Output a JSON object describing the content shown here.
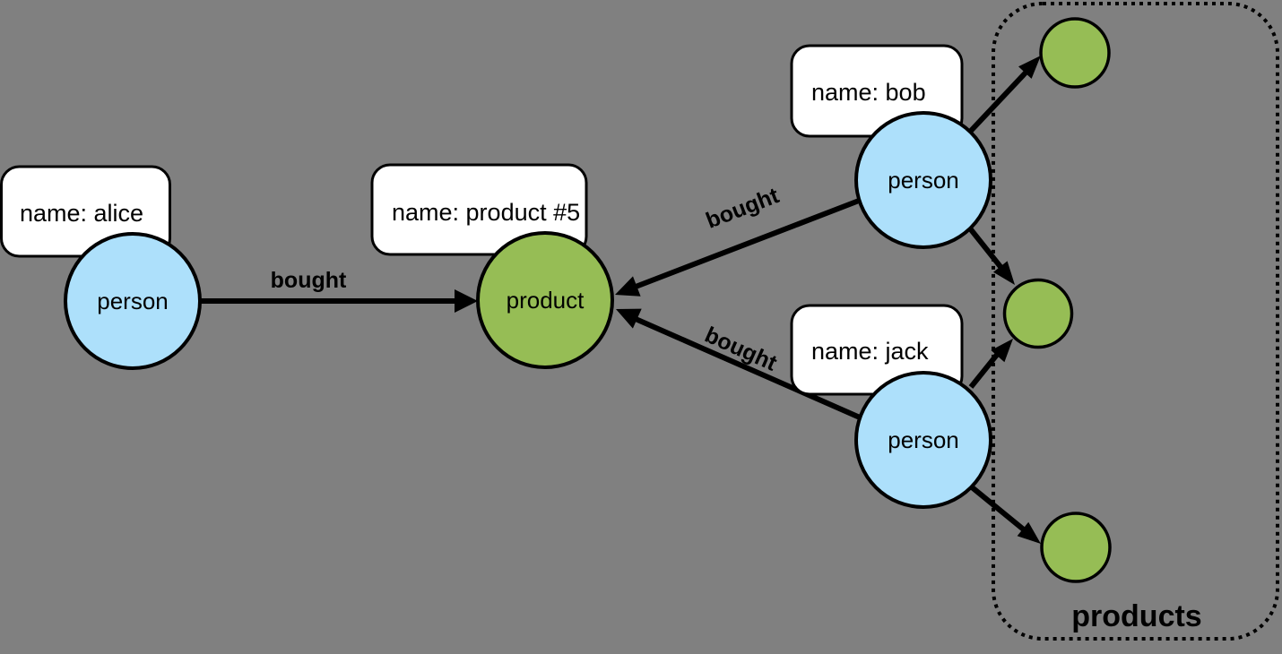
{
  "diagram": {
    "background_color": "#808080",
    "colors": {
      "person_node_fill": "#ade0fb",
      "product_node_fill": "#96bd55",
      "stroke": "#000000",
      "property_box_fill": "#ffffff"
    },
    "nodes": {
      "alice": {
        "type_label": "person",
        "property": "name: alice"
      },
      "bob": {
        "type_label": "person",
        "property": "name: bob"
      },
      "jack": {
        "type_label": "person",
        "property": "name: jack"
      },
      "product5": {
        "type_label": "product",
        "property": "name: product #5"
      }
    },
    "edges": {
      "alice_bought_product": {
        "label": "bought"
      },
      "bob_bought_product": {
        "label": "bought"
      },
      "jack_bought_product": {
        "label": "bought"
      }
    },
    "products_group": {
      "label": "products"
    }
  }
}
